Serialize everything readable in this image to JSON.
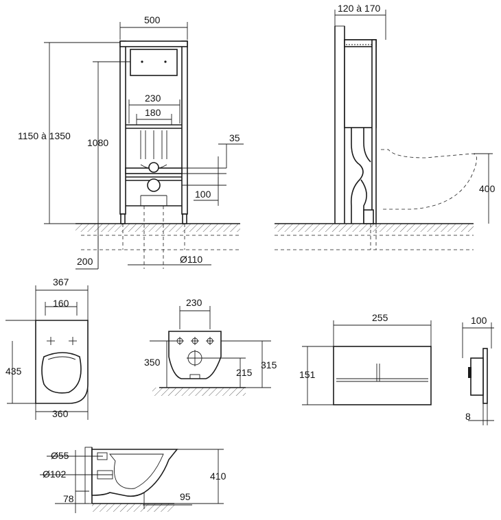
{
  "dimensions": {
    "frame_width": "500",
    "frame_height_range": "1150 à 1350",
    "frame_height_fixed": "1080",
    "bolt_spacing_outer": "230",
    "bolt_spacing_inner": "180",
    "offset_35": "35",
    "offset_100": "100",
    "floor_200": "200",
    "pipe_diameter_110": "Ø110",
    "wall_depth": "120 à 170",
    "bowl_height_400": "400",
    "bowl_length_367": "367",
    "bowl_hole_spacing_160": "160",
    "bowl_depth_435": "435",
    "bowl_width_360": "360",
    "hole_spacing_230": "230",
    "height_350": "350",
    "height_215": "215",
    "height_315": "315",
    "plate_width_255": "255",
    "plate_height_151": "151",
    "plate_depth_100": "100",
    "plate_thickness_8": "8",
    "diameter_55": "Ø55",
    "diameter_102": "Ø102",
    "height_410": "410",
    "height_78": "78",
    "length_95": "95"
  }
}
